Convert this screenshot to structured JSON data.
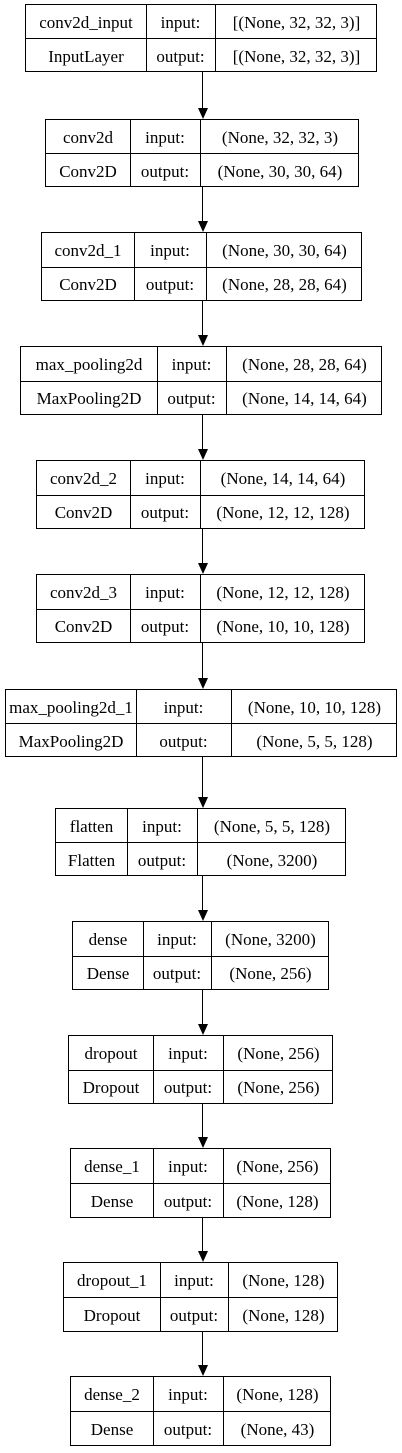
{
  "labels": {
    "input": "input:",
    "output": "output:"
  },
  "layers": [
    {
      "name": "conv2d_input",
      "type": "InputLayer",
      "input": "[(None, 32, 32, 3)]",
      "output": "[(None, 32, 32, 3)]"
    },
    {
      "name": "conv2d",
      "type": "Conv2D",
      "input": "(None, 32, 32, 3)",
      "output": "(None, 30, 30, 64)"
    },
    {
      "name": "conv2d_1",
      "type": "Conv2D",
      "input": "(None, 30, 30, 64)",
      "output": "(None, 28, 28, 64)"
    },
    {
      "name": "max_pooling2d",
      "type": "MaxPooling2D",
      "input": "(None, 28, 28, 64)",
      "output": "(None, 14, 14, 64)"
    },
    {
      "name": "conv2d_2",
      "type": "Conv2D",
      "input": "(None, 14, 14, 64)",
      "output": "(None, 12, 12, 128)"
    },
    {
      "name": "conv2d_3",
      "type": "Conv2D",
      "input": "(None, 12, 12, 128)",
      "output": "(None, 10, 10, 128)"
    },
    {
      "name": "max_pooling2d_1",
      "type": "MaxPooling2D",
      "input": "(None, 10, 10, 128)",
      "output": "(None, 5, 5, 128)"
    },
    {
      "name": "flatten",
      "type": "Flatten",
      "input": "(None, 5, 5, 128)",
      "output": "(None, 3200)"
    },
    {
      "name": "dense",
      "type": "Dense",
      "input": "(None, 3200)",
      "output": "(None, 256)"
    },
    {
      "name": "dropout",
      "type": "Dropout",
      "input": "(None, 256)",
      "output": "(None, 256)"
    },
    {
      "name": "dense_1",
      "type": "Dense",
      "input": "(None, 256)",
      "output": "(None, 128)"
    },
    {
      "name": "dropout_1",
      "type": "Dropout",
      "input": "(None, 128)",
      "output": "(None, 128)"
    },
    {
      "name": "dense_2",
      "type": "Dense",
      "input": "(None, 128)",
      "output": "(None, 43)"
    }
  ]
}
